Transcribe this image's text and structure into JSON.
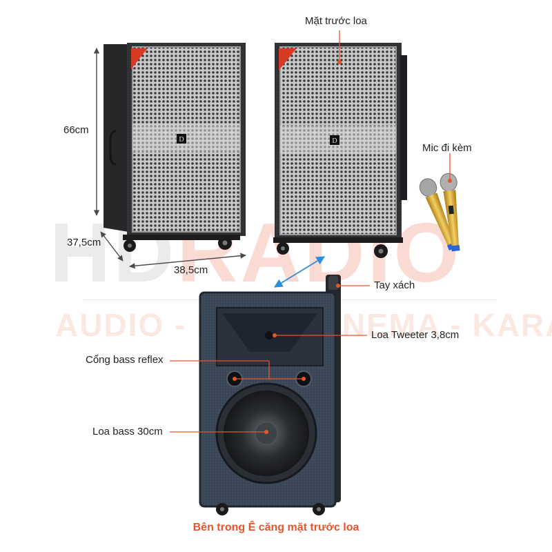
{
  "watermark": {
    "brand_prefix": "HD",
    "brand_suffix": "RADIO",
    "tagline": "AUDIO - HOME CINEMA - KARAOKE"
  },
  "dimensions": {
    "height": "66cm",
    "depth": "37,5cm",
    "width": "38,5cm"
  },
  "callouts": {
    "front": "Mặt trước loa",
    "mic": "Mic đi kèm",
    "handle": "Tay xách",
    "tweeter": "Loa Tweeter 3,8cm",
    "bass_reflex": "Cổng bass reflex",
    "woofer": "Loa bass 30cm"
  },
  "caption": "Bên trong Ê căng mặt trước loa",
  "colors": {
    "accent": "#e8552a",
    "dimension_line": "#4a4a4a",
    "arrow_blue": "#2e8fd6",
    "grille": "#b8b8b8",
    "cabinet": "#2f3134",
    "mic_gold": "#d9a92e"
  },
  "icons": [
    "speaker-front-left",
    "speaker-front-right",
    "speaker-inside",
    "microphone-pair",
    "double-arrow-icon"
  ]
}
